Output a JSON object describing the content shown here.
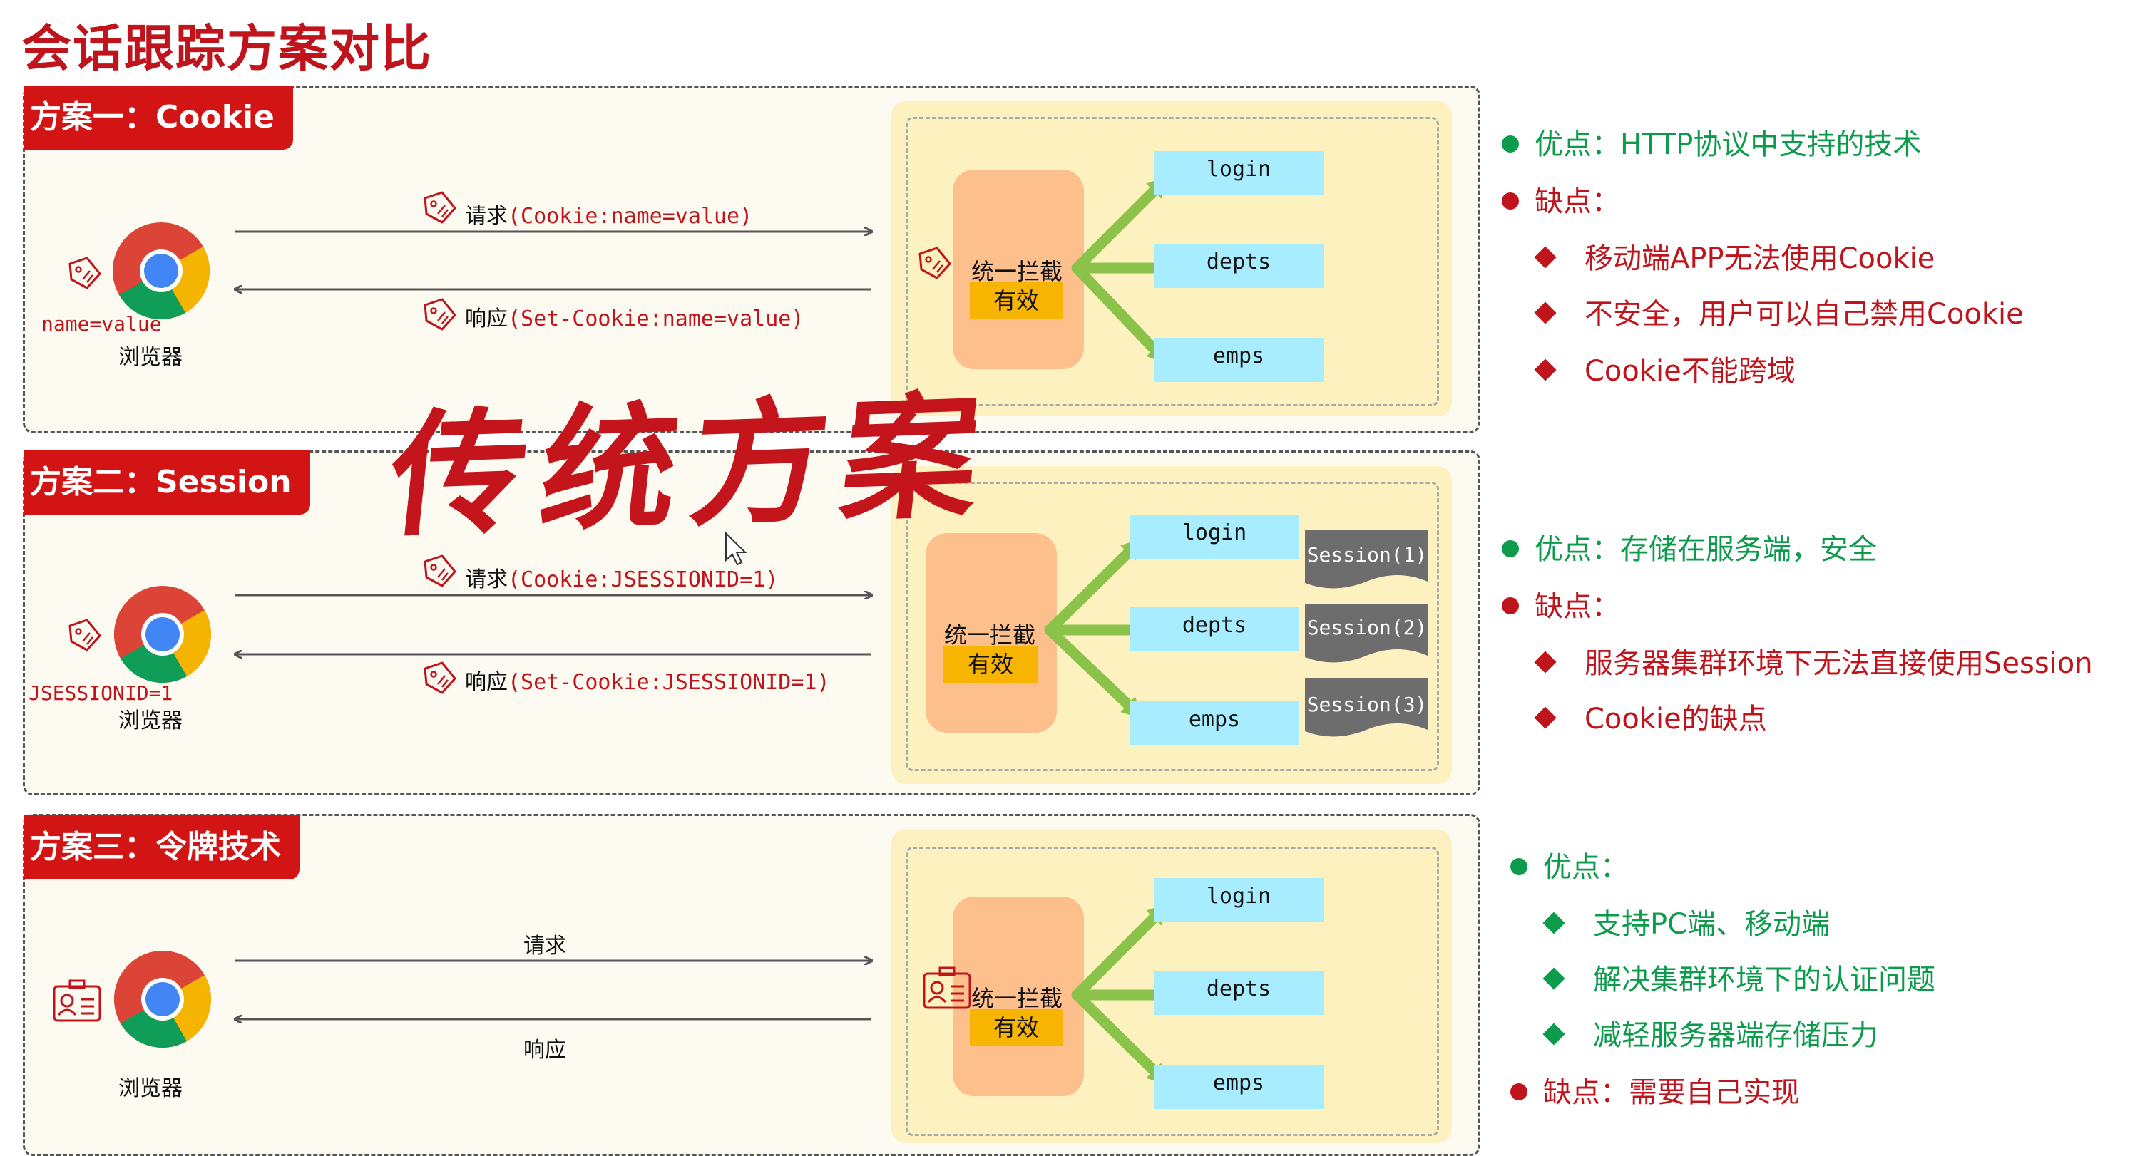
{
  "title": "会话跟踪方案对比",
  "stamp": "传统方案",
  "schemes": [
    {
      "tag": "方案一：Cookie",
      "request_label": "请求",
      "request_code": "(Cookie:name=value)",
      "response_label": "响应",
      "response_code": "(Set-Cookie:name=value)",
      "client_value": "name=value",
      "browser": "浏览器",
      "interceptor": "统一拦截",
      "valid": "有效",
      "endpoints": [
        "login",
        "depts",
        "emps"
      ]
    },
    {
      "tag": "方案二：Session",
      "request_label": "请求",
      "request_code": "(Cookie:JSESSIONID=1)",
      "response_label": "响应",
      "response_code": "(Set-Cookie:JSESSIONID=1)",
      "client_value": "JSESSIONID=1",
      "browser": "浏览器",
      "interceptor": "统一拦截",
      "valid": "有效",
      "endpoints": [
        "login",
        "depts",
        "emps"
      ],
      "sessions": [
        "Session(1)",
        "Session(2)",
        "Session(3)"
      ]
    },
    {
      "tag": "方案三：令牌技术",
      "request_label": "请求",
      "response_label": "响应",
      "browser": "浏览器",
      "interceptor": "统一拦截",
      "valid": "有效",
      "endpoints": [
        "login",
        "depts",
        "emps"
      ]
    }
  ],
  "notes": [
    {
      "pros": "优点：HTTP协议中支持的技术",
      "cons": "缺点：",
      "cons_items": [
        "移动端APP无法使用Cookie",
        "不安全，用户可以自己禁用Cookie",
        "Cookie不能跨域"
      ]
    },
    {
      "pros": "优点：存储在服务端，安全",
      "cons": "缺点：",
      "cons_items": [
        "服务器集群环境下无法直接使用Session",
        "Cookie的缺点"
      ]
    },
    {
      "pros": "优点：",
      "pros_items": [
        "支持PC端、移动端",
        "解决集群环境下的认证问题",
        "减轻服务器端存储压力"
      ],
      "cons": "缺点：需要自己实现"
    }
  ],
  "colors": {
    "red": "#c0141c",
    "green": "#0b9b4b",
    "endpoint": "#a8ecff",
    "interceptor": "#fdc08c",
    "valid": "#f7b400",
    "server": "#fdf2bf",
    "arrow": "#8bc34a"
  }
}
